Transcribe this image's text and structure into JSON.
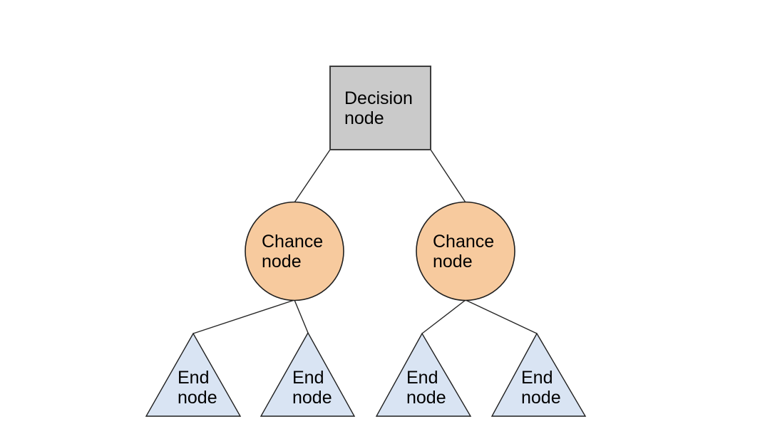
{
  "page": {
    "background": "#ffffff"
  },
  "diagram": {
    "type": "decision-tree",
    "connector_color": "#262626",
    "nodes": {
      "decision": {
        "label": "Decision\nnode",
        "shape": "square",
        "fill": "#cacaca",
        "border": "#3d3d3d"
      },
      "chance_left": {
        "label": "Chance\nnode",
        "shape": "circle",
        "fill": "#f7ca9e",
        "border": "#1f1f1f"
      },
      "chance_right": {
        "label": "Chance\nnode",
        "shape": "circle",
        "fill": "#f7ca9e",
        "border": "#1f1f1f"
      },
      "end_1": {
        "label": "End\nnode",
        "shape": "triangle",
        "fill": "#d9e4f3",
        "border": "#1f1f1f"
      },
      "end_2": {
        "label": "End\nnode",
        "shape": "triangle",
        "fill": "#d9e4f3",
        "border": "#1f1f1f"
      },
      "end_3": {
        "label": "End\nnode",
        "shape": "triangle",
        "fill": "#d9e4f3",
        "border": "#1f1f1f"
      },
      "end_4": {
        "label": "End\nnode",
        "shape": "triangle",
        "fill": "#d9e4f3",
        "border": "#1f1f1f"
      }
    }
  }
}
